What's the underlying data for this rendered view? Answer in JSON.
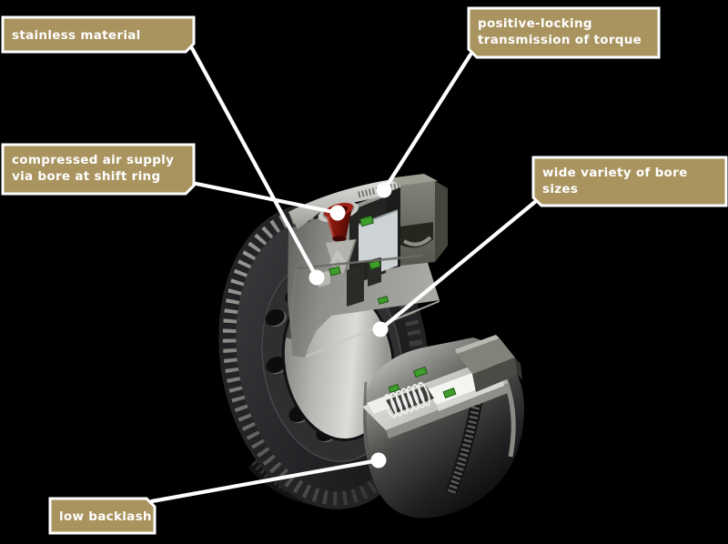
{
  "page": {
    "background": "#000000"
  },
  "palette": {
    "callout_fill": "#a9935f",
    "callout_border": "#ffffff",
    "callout_text_color": "#ffffff",
    "leader_line": "#ffffff",
    "funnel_red": "#8d1a10",
    "seal_green": "#3f9d2b",
    "metal_silver": "#c9c9c5",
    "metal_dark": "#2c2c2e"
  },
  "callouts": [
    {
      "id": "stainless-material",
      "lines": [
        "stainless material",
        ""
      ]
    },
    {
      "id": "positive-locking",
      "lines": [
        "positive-locking",
        "transmission of torque"
      ]
    },
    {
      "id": "compressed-air",
      "lines": [
        "compressed air supply",
        "via bore at shift ring"
      ]
    },
    {
      "id": "bore-sizes",
      "lines": [
        "wide variety of bore",
        "sizes"
      ]
    },
    {
      "id": "low-backlash",
      "lines": [
        "low backlash",
        ""
      ]
    }
  ]
}
